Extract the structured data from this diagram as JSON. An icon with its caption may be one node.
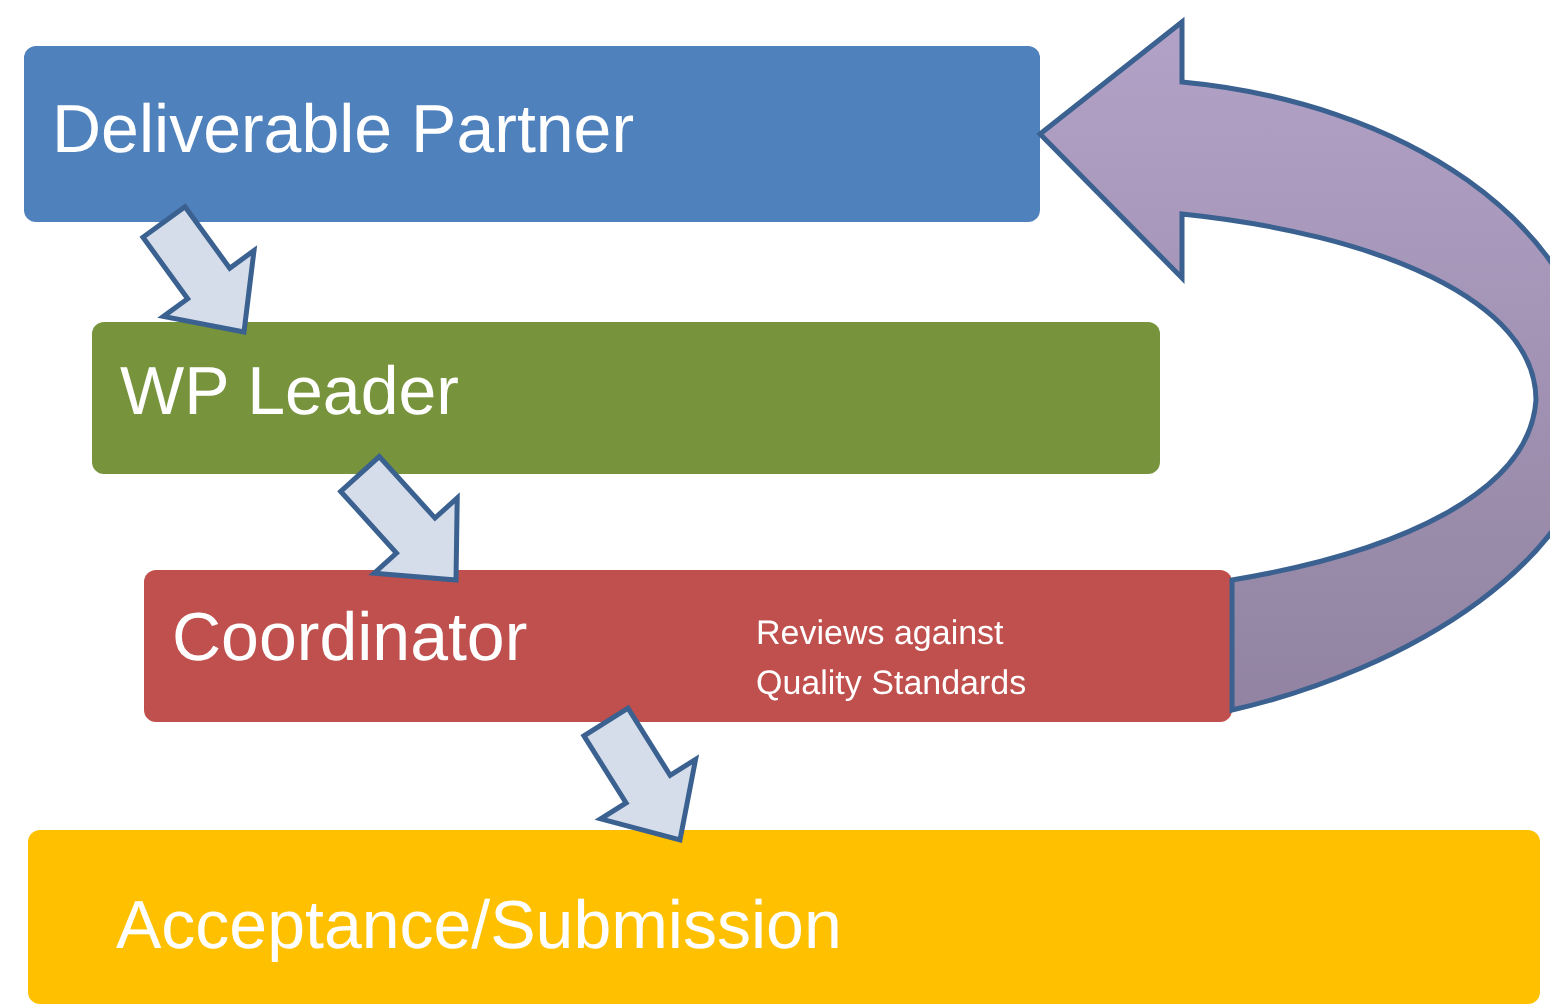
{
  "diagram": {
    "nodes": [
      {
        "text": [
          "Deliverable Partner"
        ]
      },
      {
        "text": [
          "WP Leader"
        ]
      },
      {
        "text": [
          "Coordinator",
          "Reviews against Quality Standards"
        ]
      },
      {
        "text": [
          "Acceptance/Submission"
        ]
      }
    ],
    "edges": [
      {
        "from": 0,
        "to": 1,
        "arrow": "to"
      },
      {
        "from": 1,
        "to": 2,
        "arrow": "to"
      },
      {
        "from": 2,
        "to": 3,
        "arrow": "to"
      },
      {
        "from": 2,
        "to": 0,
        "arrow": "to",
        "style": "thick",
        "color": "#b3a2c7"
      }
    ]
  }
}
